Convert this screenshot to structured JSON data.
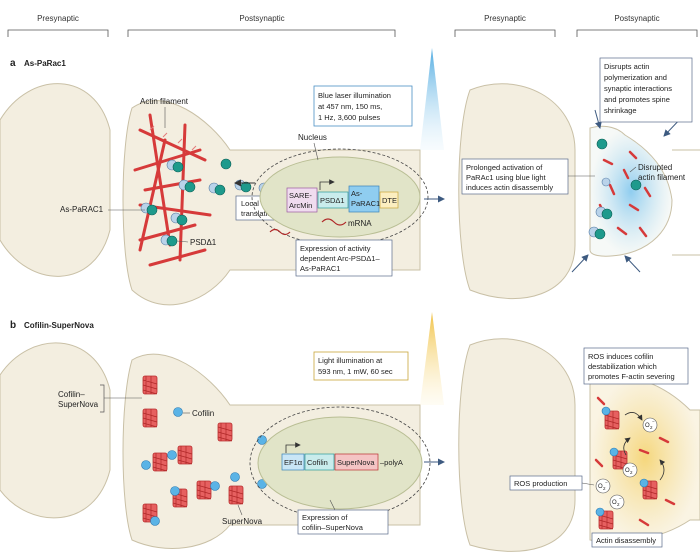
{
  "headers": {
    "left_presynaptic": "Presynaptic",
    "left_postsynaptic": "Postsynaptic",
    "right_presynaptic": "Presynaptic",
    "right_postsynaptic": "Postsynaptic"
  },
  "panel_a": {
    "letter": "a",
    "title": "As-PaRac1",
    "actin_filament": "Actin filament",
    "as_parac1": "As-PaRAC1",
    "psd_delta1": "PSDΔ1",
    "nucleus": "Nucleus",
    "local_translation_1": "Local",
    "local_translation_2": "translation",
    "illumination_1": "Blue laser illumination",
    "illumination_2": "at 457 nm, 150 ms,",
    "illumination_3": "1 Hz, 3,600 pulses",
    "construct_sare_1": "SARE-",
    "construct_sare_2": "ArcMin",
    "construct_psd": "PSDΔ1",
    "construct_as_1": "As-",
    "construct_as_2": "PaRAC1",
    "construct_dte": "DTE",
    "mrna": "mRNA",
    "expression_1": "Expression of activity",
    "expression_2": "dependent Arc-PSDΔ1–",
    "expression_3": "As-PaRAC1",
    "prolonged_1": "Prolonged activation of",
    "prolonged_2": "PaRAc1 using blue light",
    "prolonged_3": "induces actin disassembly",
    "disrupts_1": "Disrupts actin",
    "disrupts_2": "polymerization and",
    "disrupts_3": "synaptic interactions",
    "disrupts_4": "and promotes spine",
    "disrupts_5": "shrinkage",
    "disrupted_1": "Disrupted",
    "disrupted_2": "actin filament"
  },
  "panel_b": {
    "letter": "b",
    "title": "Cofilin-SuperNova",
    "cofilin_supernova_1": "Cofilin–",
    "cofilin_supernova_2": "SuperNova",
    "cofilin": "Cofilin",
    "supernova": "SuperNova",
    "illumination_1": "Light illumination at",
    "illumination_2": "593 nm, 1 mW, 60 sec",
    "construct_ef": "EF1α",
    "construct_cofilin": "Cofilin",
    "construct_supernova": "SuperNova",
    "construct_polya": "–polyA",
    "expression_1": "Expression of",
    "expression_2": "cofilin–SuperNova",
    "ros_1": "ROS induces cofilin",
    "ros_2": "destabilization which",
    "ros_3": "promotes F-actin severing",
    "ros_production": "ROS production",
    "actin_disassembly": "Actin disassembly",
    "o2": "O",
    "o2_sub": "2",
    "o2_sup": "−"
  },
  "colors": {
    "neuron_fill": "#f3eee0",
    "neuron_stroke": "#c9c0a6",
    "actin": "#d63a3a",
    "teal": "#1e9a8c",
    "blue_light": "#5ab3e6",
    "yellow_light": "#f2c94c",
    "box_stroke": "#5a6b8c"
  }
}
